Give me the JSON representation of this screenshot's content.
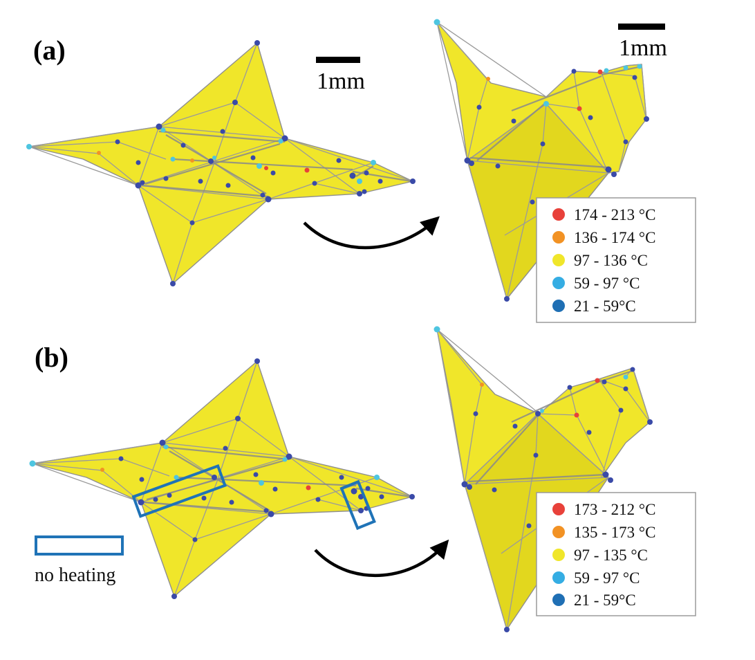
{
  "panels": {
    "a": {
      "label": "(a)",
      "scale_label": "1mm",
      "scale_label_right": "1mm",
      "legend": [
        {
          "label": "174 - 213 °C",
          "color": "#e8413a"
        },
        {
          "label": "136 - 174 °C",
          "color": "#f29224"
        },
        {
          "label": "97 - 136 °C",
          "color": "#f0e62a"
        },
        {
          "label": "59 - 97 °C",
          "color": "#35ade3"
        },
        {
          "label": "21 - 59°C",
          "color": "#1f6fb4"
        }
      ]
    },
    "b": {
      "label": "(b)",
      "legend": [
        {
          "label": "173 - 212 °C",
          "color": "#e8413a"
        },
        {
          "label": "135 - 173 °C",
          "color": "#f29224"
        },
        {
          "label": "97 - 135 °C",
          "color": "#f0e62a"
        },
        {
          "label": "59 - 97 °C",
          "color": "#35ade3"
        },
        {
          "label": "21 - 59°C",
          "color": "#1f6fb4"
        }
      ],
      "note": "no heating"
    }
  },
  "colors": {
    "paper": "#f0e62a",
    "crease": "#8f8f8f",
    "node": "#3a4aa8",
    "node_light": "#4ec5e0",
    "hot": "#e8413a",
    "warm": "#f29224",
    "no_heating_box": "#1f73b7",
    "arrow": "#000000"
  }
}
